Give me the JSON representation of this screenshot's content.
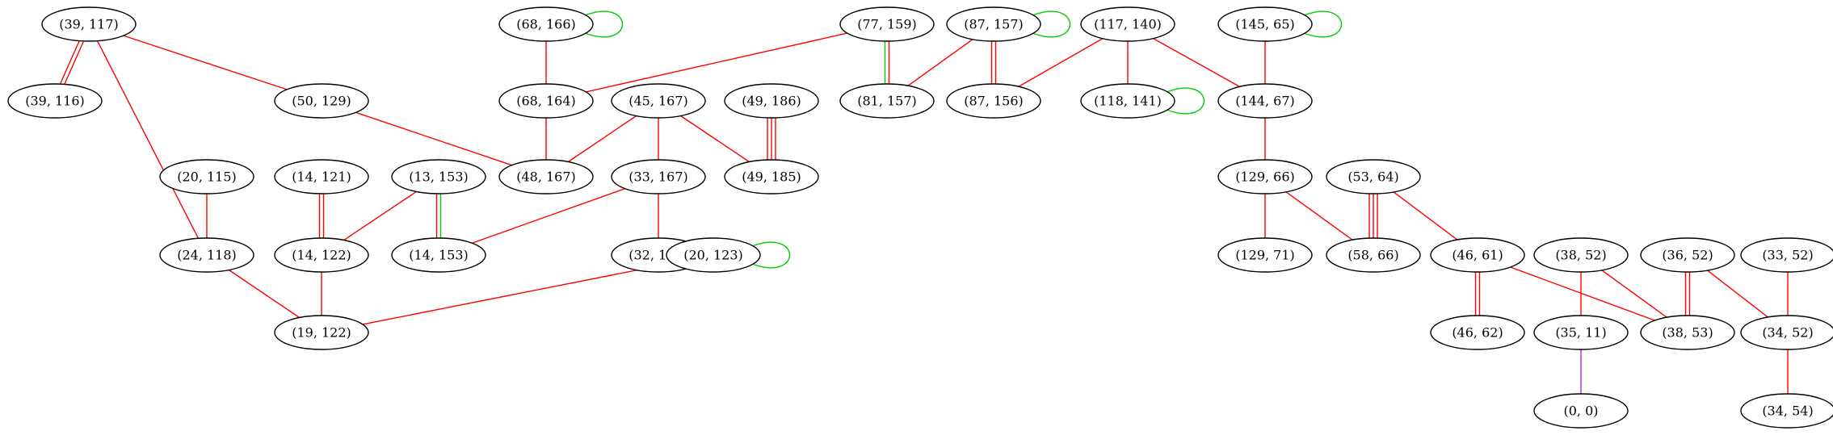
{
  "colors": {
    "red": "#ff0000",
    "green": "#00cc00",
    "purple": "#9933cc"
  },
  "nodes": [
    {
      "id": "n1",
      "label": "(39, 117)"
    },
    {
      "id": "n2",
      "label": "(39, 116)"
    },
    {
      "id": "n3",
      "label": "(50, 129)"
    },
    {
      "id": "n4",
      "label": "(24, 118)"
    },
    {
      "id": "n5",
      "label": "(68, 166)"
    },
    {
      "id": "n6",
      "label": "(68, 164)"
    },
    {
      "id": "n7",
      "label": "(77, 159)"
    },
    {
      "id": "n8",
      "label": "(81, 157)"
    },
    {
      "id": "n9",
      "label": "(87, 157)"
    },
    {
      "id": "n10",
      "label": "(87, 156)"
    },
    {
      "id": "n11",
      "label": "(117, 140)"
    },
    {
      "id": "n12",
      "label": "(118, 141)"
    },
    {
      "id": "n13",
      "label": "(144, 67)"
    },
    {
      "id": "n14",
      "label": "(145, 65)"
    },
    {
      "id": "n15",
      "label": "(45, 167)"
    },
    {
      "id": "n16",
      "label": "(48, 167)"
    },
    {
      "id": "n17",
      "label": "(33, 167)"
    },
    {
      "id": "n18",
      "label": "(49, 185)"
    },
    {
      "id": "n19",
      "label": "(49, 186)"
    },
    {
      "id": "n20",
      "label": "(20, 115)"
    },
    {
      "id": "n21",
      "label": "(14, 121)"
    },
    {
      "id": "n22",
      "label": "(14, 122)"
    },
    {
      "id": "n23",
      "label": "(13, 153)"
    },
    {
      "id": "n24",
      "label": "(14, 153)"
    },
    {
      "id": "n25",
      "label": "(32, 171)"
    },
    {
      "id": "n26",
      "label": "(20, 123)"
    },
    {
      "id": "n27",
      "label": "(19, 122)"
    },
    {
      "id": "n28",
      "label": "(129, 66)"
    },
    {
      "id": "n29",
      "label": "(129, 71)"
    },
    {
      "id": "n30",
      "label": "(53, 64)"
    },
    {
      "id": "n31",
      "label": "(58, 66)"
    },
    {
      "id": "n32",
      "label": "(46, 61)"
    },
    {
      "id": "n33",
      "label": "(46, 62)"
    },
    {
      "id": "n34",
      "label": "(38, 52)"
    },
    {
      "id": "n35",
      "label": "(35, 11)"
    },
    {
      "id": "n36",
      "label": "(38, 53)"
    },
    {
      "id": "n37",
      "label": "(36, 52)"
    },
    {
      "id": "n38",
      "label": "(33, 52)"
    },
    {
      "id": "n39",
      "label": "(34, 52)"
    },
    {
      "id": "n40",
      "label": "(34, 54)"
    },
    {
      "id": "n41",
      "label": "(0, 0)"
    }
  ],
  "edges": [
    {
      "from": "n1",
      "to": "n2",
      "colors": [
        "red",
        "red"
      ]
    },
    {
      "from": "n1",
      "to": "n3",
      "colors": [
        "red"
      ]
    },
    {
      "from": "n1",
      "to": "n4",
      "colors": [
        "red"
      ]
    },
    {
      "from": "n5",
      "to": "n5",
      "colors": [
        "green"
      ]
    },
    {
      "from": "n5",
      "to": "n6",
      "colors": [
        "red"
      ]
    },
    {
      "from": "n7",
      "to": "n6",
      "colors": [
        "red"
      ]
    },
    {
      "from": "n7",
      "to": "n8",
      "colors": [
        "red",
        "green"
      ]
    },
    {
      "from": "n9",
      "to": "n9",
      "colors": [
        "green"
      ]
    },
    {
      "from": "n9",
      "to": "n8",
      "colors": [
        "red"
      ]
    },
    {
      "from": "n9",
      "to": "n10",
      "colors": [
        "red",
        "red"
      ]
    },
    {
      "from": "n11",
      "to": "n10",
      "colors": [
        "red"
      ]
    },
    {
      "from": "n11",
      "to": "n12",
      "colors": [
        "red"
      ]
    },
    {
      "from": "n11",
      "to": "n13",
      "colors": [
        "red"
      ]
    },
    {
      "from": "n12",
      "to": "n12",
      "colors": [
        "green"
      ]
    },
    {
      "from": "n14",
      "to": "n14",
      "colors": [
        "green"
      ]
    },
    {
      "from": "n14",
      "to": "n13",
      "colors": [
        "red"
      ]
    },
    {
      "from": "n3",
      "to": "n16",
      "colors": [
        "red"
      ]
    },
    {
      "from": "n6",
      "to": "n16",
      "colors": [
        "red"
      ]
    },
    {
      "from": "n15",
      "to": "n16",
      "colors": [
        "red"
      ]
    },
    {
      "from": "n15",
      "to": "n17",
      "colors": [
        "red"
      ]
    },
    {
      "from": "n15",
      "to": "n18",
      "colors": [
        "red"
      ]
    },
    {
      "from": "n19",
      "to": "n18",
      "colors": [
        "red",
        "red",
        "red"
      ]
    },
    {
      "from": "n20",
      "to": "n4",
      "colors": [
        "red"
      ]
    },
    {
      "from": "n21",
      "to": "n22",
      "colors": [
        "red",
        "red"
      ]
    },
    {
      "from": "n23",
      "to": "n22",
      "colors": [
        "red"
      ]
    },
    {
      "from": "n23",
      "to": "n24",
      "colors": [
        "green",
        "red"
      ]
    },
    {
      "from": "n17",
      "to": "n24",
      "colors": [
        "red"
      ]
    },
    {
      "from": "n17",
      "to": "n25",
      "colors": [
        "red"
      ]
    },
    {
      "from": "n26",
      "to": "n26",
      "colors": [
        "green"
      ]
    },
    {
      "from": "n26",
      "to": "n27",
      "colors": [
        "red"
      ]
    },
    {
      "from": "n4",
      "to": "n27",
      "colors": [
        "red"
      ]
    },
    {
      "from": "n22",
      "to": "n27",
      "colors": [
        "red"
      ]
    },
    {
      "from": "n13",
      "to": "n28",
      "colors": [
        "red"
      ]
    },
    {
      "from": "n28",
      "to": "n29",
      "colors": [
        "red"
      ]
    },
    {
      "from": "n28",
      "to": "n31",
      "colors": [
        "red"
      ]
    },
    {
      "from": "n30",
      "to": "n31",
      "colors": [
        "red",
        "red",
        "red"
      ]
    },
    {
      "from": "n30",
      "to": "n32",
      "colors": [
        "red"
      ]
    },
    {
      "from": "n32",
      "to": "n33",
      "colors": [
        "red",
        "red"
      ]
    },
    {
      "from": "n32",
      "to": "n36",
      "colors": [
        "red"
      ]
    },
    {
      "from": "n34",
      "to": "n35",
      "colors": [
        "red"
      ]
    },
    {
      "from": "n34",
      "to": "n36",
      "colors": [
        "red"
      ]
    },
    {
      "from": "n37",
      "to": "n36",
      "colors": [
        "red",
        "red"
      ]
    },
    {
      "from": "n37",
      "to": "n39",
      "colors": [
        "red"
      ]
    },
    {
      "from": "n38",
      "to": "n39",
      "colors": [
        "red"
      ]
    },
    {
      "from": "n39",
      "to": "n40",
      "colors": [
        "red"
      ]
    },
    {
      "from": "n35",
      "to": "n41",
      "colors": [
        "purple"
      ]
    }
  ]
}
